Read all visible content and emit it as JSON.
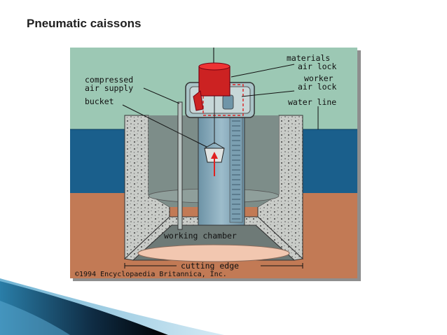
{
  "slide": {
    "title": "Pneumatic caissons"
  },
  "diagram": {
    "labels": {
      "materials_air_lock_1": "materials",
      "materials_air_lock_2": "air lock",
      "worker_air_lock_1": "worker",
      "worker_air_lock_2": "air lock",
      "compressed_air_supply_1": "compressed",
      "compressed_air_supply_2": "air supply",
      "bucket": "bucket",
      "water_line": "water line",
      "working_chamber": "working chamber",
      "cutting_edge": "cutting edge"
    },
    "copyright": "©1994 Encyclopaedia Britannica, Inc.",
    "colors": {
      "sky": "#9cc8b4",
      "water": "#1a5f8c",
      "soil": "#c27a55",
      "concrete": "#c8cbc7",
      "shaft": "#7fa2b3",
      "air_lock": "#cc2222",
      "chamber": "#f2c7b0",
      "frame_shadow": "#9a9a9a"
    }
  }
}
